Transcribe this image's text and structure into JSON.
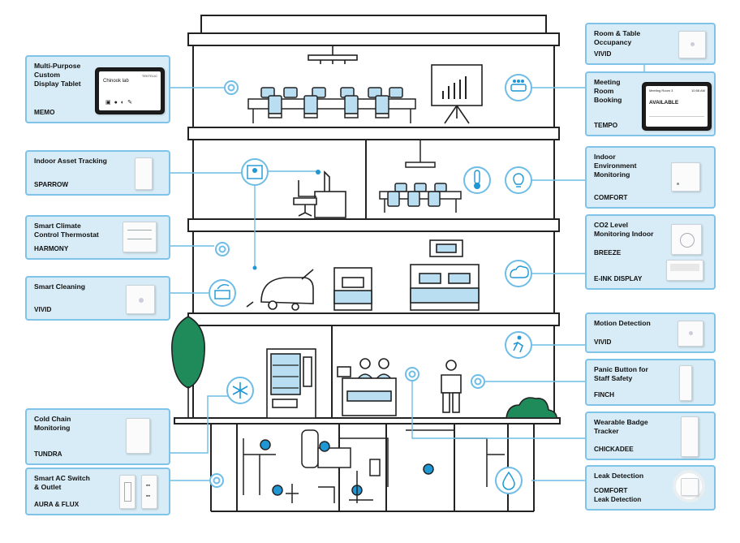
{
  "cards": [
    {
      "id": "memo",
      "title": [
        "Multi-Purpose",
        "Custom",
        "Display Tablet"
      ],
      "product": "MEMO"
    },
    {
      "id": "sparrow",
      "title": [
        "Indoor Asset Tracking"
      ],
      "product": "SPARROW"
    },
    {
      "id": "harmony",
      "title": [
        "Smart Climate",
        "Control Thermostat"
      ],
      "product": "HARMONY"
    },
    {
      "id": "smart-cleaning",
      "title": [
        "Smart Cleaning"
      ],
      "product": "VIVID"
    },
    {
      "id": "tundra",
      "title": [
        "Cold Chain",
        "Monitoring"
      ],
      "product": "TUNDRA"
    },
    {
      "id": "aura-flux",
      "title": [
        "Smart AC Switch",
        "& Outlet"
      ],
      "product": "AURA & FLUX"
    },
    {
      "id": "occupancy",
      "title": [
        "Room & Table",
        "Occupancy"
      ],
      "product": "VIVID"
    },
    {
      "id": "tempo",
      "title": [
        "Meeting",
        "Room",
        "Booking"
      ],
      "product": "TEMPO"
    },
    {
      "id": "comfort",
      "title": [
        "Indoor",
        "Environment",
        "Monitoring"
      ],
      "product": "COMFORT"
    },
    {
      "id": "breeze",
      "title": [
        "CO2 Level",
        "Monitoring Indoor"
      ],
      "product": "BREEZE",
      "product2": "E-INK DISPLAY"
    },
    {
      "id": "motion",
      "title": [
        "Motion Detection"
      ],
      "product": "VIVID"
    },
    {
      "id": "finch",
      "title": [
        "Panic Button for",
        "Staff Safety"
      ],
      "product": "FINCH"
    },
    {
      "id": "chickadee",
      "title": [
        "Wearable Badge",
        "Tracker"
      ],
      "product": "CHICKADEE"
    },
    {
      "id": "leak",
      "title": [
        "Leak Detection"
      ],
      "product": [
        "COMFORT",
        "Leak Detection"
      ]
    }
  ],
  "memo_screen": {
    "brand": "TEKTELIC",
    "name": "Chinook lab"
  },
  "tempo_screen": {
    "room": "Meeting Room 3",
    "time": "10:56 AM",
    "status": "AVAILABLE"
  },
  "icons": [
    "display-tablet-target-icon",
    "asset-tracking-map-icon",
    "thermostat-target-icon",
    "cleaning-icon",
    "snowflake-icon",
    "ac-switch-target-icon",
    "occupancy-icon",
    "thermometer-icon",
    "lightbulb-icon",
    "co2-icon",
    "motion-icon",
    "panic-button-target-icon",
    "badge-target-icon",
    "leak-drop-icon"
  ],
  "colors": {
    "card_fill": "#d7ecf7",
    "card_border": "#7fc3e8",
    "accent": "#1e97d4",
    "device_blue": "#b9ddf1",
    "line": "#222222",
    "tree": "#1f8a5a"
  }
}
